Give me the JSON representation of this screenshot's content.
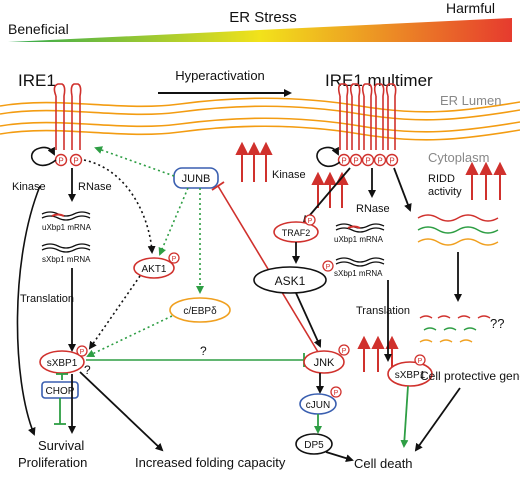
{
  "header": {
    "beneficial_label": "Beneficial",
    "stress_label": "ER Stress",
    "harmful_label": "Harmful",
    "gradient_colors": [
      "#2fa84f",
      "#f2e21b",
      "#e63b2e"
    ]
  },
  "membrane": {
    "lumen_label": "ER Lumen",
    "cytoplasm_label": "Cytoplasm",
    "membrane_color": "#f39c12",
    "receptor_color": "#d0312d"
  },
  "left": {
    "title": "IRE1",
    "kinase_label": "Kinase",
    "rnase_label": "RNase",
    "uxbp1_label": "uXbp1 mRNA",
    "sxbp1_label": "sXbp1 mRNA",
    "translation_label": "Translation",
    "sxbp1_node": "sXBP1",
    "akt1_node": "AKT1",
    "chop_node": "CHOP",
    "question_mark": "?",
    "survival_label": "Survival",
    "proliferation_label": "Proliferation",
    "folding_label": "Increased folding capacity"
  },
  "center": {
    "hyperactivation_label": "Hyperactivation",
    "junb_node": "JUNB",
    "cebp_node": "c/EBPδ",
    "question_mark": "?"
  },
  "right": {
    "title": "IRE1 multimer",
    "kinase_label": "Kinase",
    "rnase_label": "RNase",
    "ridd_label_line1": "RIDD",
    "ridd_label_line2": "activity",
    "traf2_node": "TRAF2",
    "ask1_node": "ASK1",
    "jnk_node": "JNK",
    "cjun_node": "cJUN",
    "dp5_node": "DP5",
    "uxbp1_label": "uXbp1 mRNA",
    "sxbp1_label": "sXbp1 mRNA",
    "translation_label": "Translation",
    "sxbp1_node": "sXBP1",
    "question_marks": "??",
    "protective_label": "Cell protective genes",
    "death_label": "Cell death"
  },
  "phospho_label": "P",
  "colors": {
    "activation_black": "#111111",
    "activation_green": "#2e9e44",
    "inhibition_red": "#d0312d",
    "node_red_border": "#d0312d",
    "node_blue_border": "#3a5fb0",
    "node_orange_border": "#f0a020",
    "mrna_red": "#d0312d",
    "mrna_green": "#2e9e44",
    "mrna_orange": "#f0a020"
  }
}
